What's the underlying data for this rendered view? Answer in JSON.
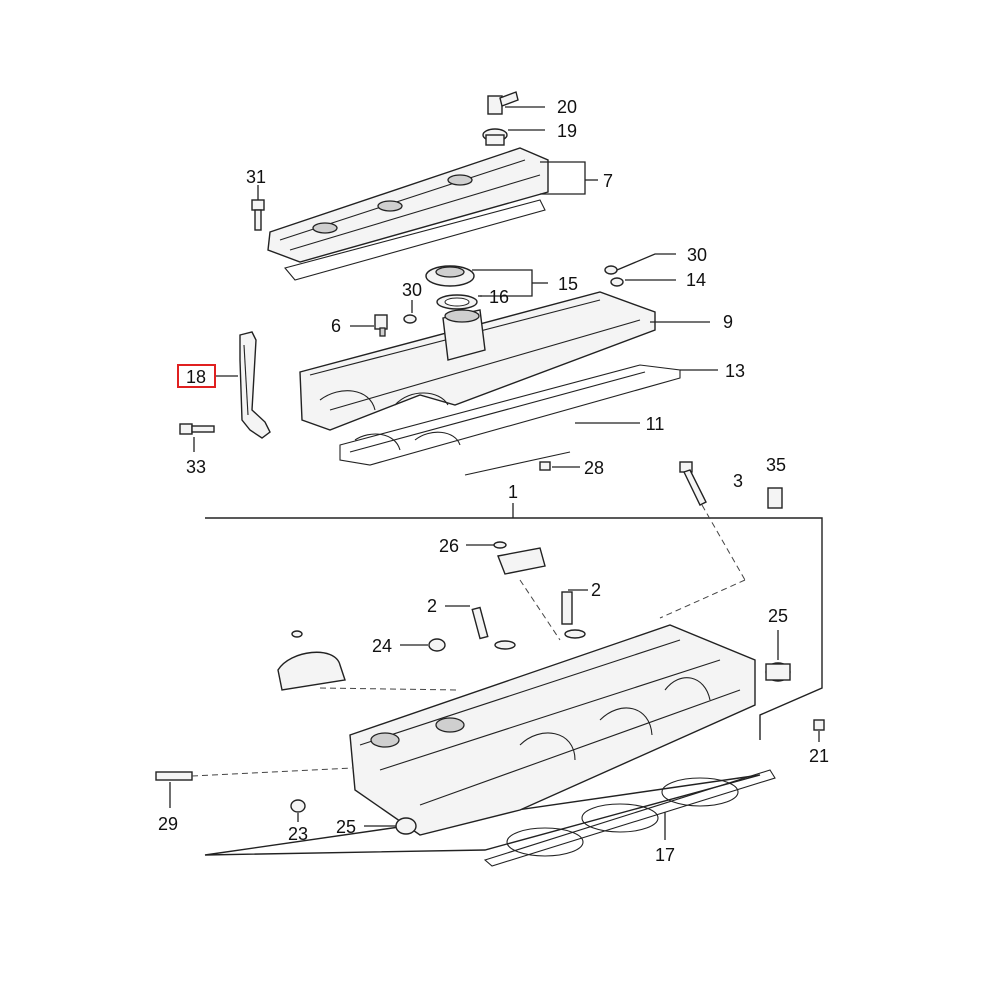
{
  "diagram": {
    "labels": {
      "p1": "1",
      "p2a": "2",
      "p2b": "2",
      "p3": "3",
      "p6": "6",
      "p7": "7",
      "p9": "9",
      "p11": "11",
      "p13": "13",
      "p14": "14",
      "p15": "15",
      "p16": "16",
      "p17": "17",
      "p18": "18",
      "p19": "19",
      "p20": "20",
      "p21": "21",
      "p23": "23",
      "p24": "24",
      "p25a": "25",
      "p25b": "25",
      "p26": "26",
      "p28": "28",
      "p29": "29",
      "p30a": "30",
      "p30b": "30",
      "p31": "31",
      "p33": "33",
      "p35": "35"
    },
    "highlighted_part": "18",
    "highlight_color": "#e02020"
  }
}
